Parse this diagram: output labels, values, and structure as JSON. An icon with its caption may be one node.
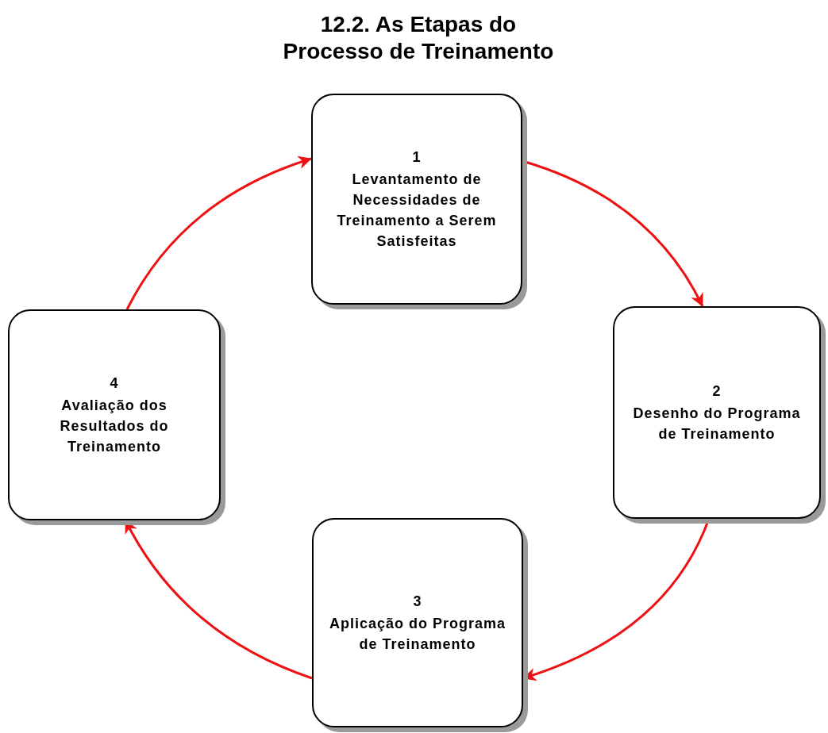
{
  "diagram": {
    "title": "12.2. As Etapas do Processo de Treinamento",
    "nodes": [
      {
        "text": [
          "1",
          "Levantamento de Necessidades de Treinamento a Serem Satisfeitas"
        ]
      },
      {
        "text": [
          "2",
          "Desenho do Programa de Treinamento"
        ]
      },
      {
        "text": [
          "3",
          "Aplicação do Programa de Treinamento"
        ]
      },
      {
        "text": [
          "4",
          "Avaliação dos Resultados do Treinamento"
        ]
      }
    ],
    "edges": [
      {
        "from": 0,
        "to": 1,
        "arrow": "to"
      },
      {
        "from": 1,
        "to": 2,
        "arrow": "to"
      },
      {
        "from": 2,
        "to": 3,
        "arrow": "to"
      },
      {
        "from": 3,
        "to": 0,
        "arrow": "to"
      }
    ]
  }
}
